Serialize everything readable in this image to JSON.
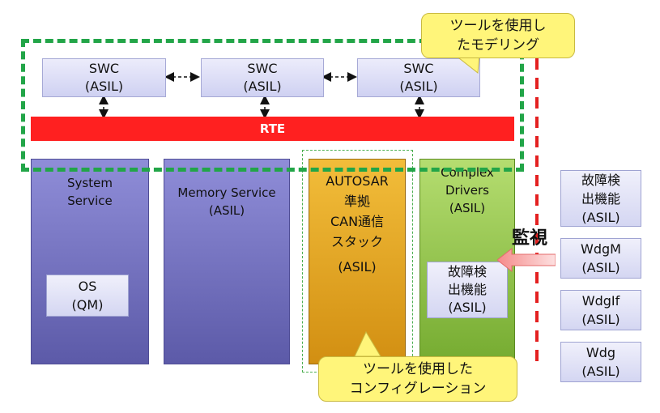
{
  "swcs": [
    {
      "name": "SWC",
      "asil": "(ASIL)"
    },
    {
      "name": "SWC",
      "asil": "(ASIL)"
    },
    {
      "name": "SWC",
      "asil": "(ASIL)"
    }
  ],
  "rte": "RTE",
  "system_service": {
    "line1": "System",
    "line2": "Service"
  },
  "os_box": {
    "line1": "OS",
    "line2": "(QM)"
  },
  "memory_service": {
    "line1": "Memory Service",
    "line2": "(ASIL)"
  },
  "autosar_stack": {
    "lines": [
      "AUTOSAR",
      "準拠",
      "CAN通信",
      "スタック",
      "(ASIL)"
    ]
  },
  "complex_drivers": {
    "lines": [
      "Complex",
      "Drivers",
      "(ASIL)"
    ]
  },
  "fault_detection_inner": {
    "lines": [
      "故障検",
      "出機能",
      "(ASIL)"
    ]
  },
  "monitor_label": "監視",
  "right_boxes": [
    {
      "lines": [
        "故障検",
        "出機能",
        "(ASIL)"
      ]
    },
    {
      "lines": [
        "WdgM",
        "(ASIL)"
      ]
    },
    {
      "lines": [
        "WdgIf",
        "(ASIL)"
      ]
    },
    {
      "lines": [
        "Wdg",
        "(ASIL)"
      ]
    }
  ],
  "callout_modeling": {
    "line1": "ツールを使用し",
    "line2": "たモデリング"
  },
  "callout_config": {
    "line1": "ツールを使用した",
    "line2": "コンフィグレーション"
  },
  "colors": {
    "rte": "#ff2020",
    "green_dash": "#22a548",
    "red_dash": "#e42020",
    "callout": "#fff57a"
  }
}
